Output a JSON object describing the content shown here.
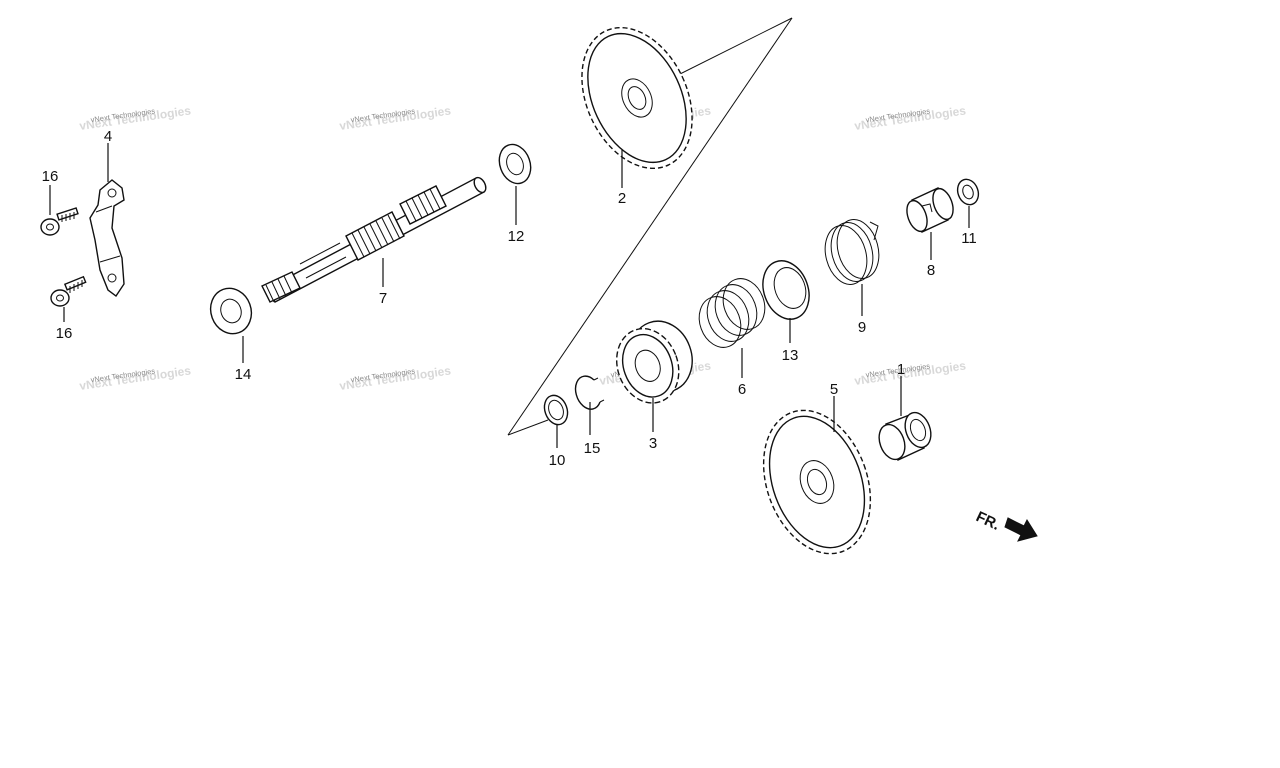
{
  "callouts": {
    "p1": "1",
    "p2": "2",
    "p3": "3",
    "p4": "4",
    "p5": "5",
    "p6": "6",
    "p7": "7",
    "p8": "8",
    "p9": "9",
    "p10": "10",
    "p11": "11",
    "p12": "12",
    "p13": "13",
    "p14": "14",
    "p15": "15",
    "p16a": "16",
    "p16b": "16"
  },
  "watermark": "vNext Technologies",
  "direction_marker": "FR."
}
